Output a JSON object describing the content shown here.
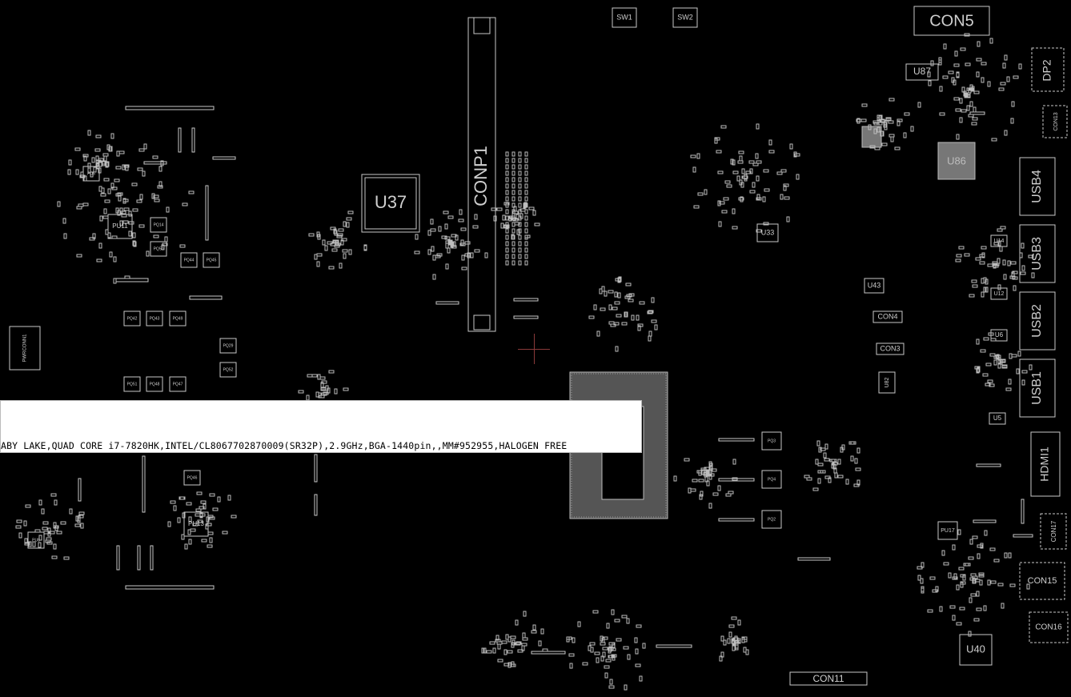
{
  "colors": {
    "background": "#000000",
    "outline": "#c8c8c8",
    "label": "#cfcfcf",
    "crosshair": "#8a3a3a"
  },
  "labels": {
    "con5": "CON5",
    "sw1": "SW1",
    "sw2": "SW2",
    "u87": "U87",
    "dp2": "DP2",
    "con13": "CON13",
    "u86": "U86",
    "usb4": "USB4",
    "usb3": "USB3",
    "usb2": "USB2",
    "usb1": "USB1",
    "hdmi1": "HDMI1",
    "con17": "CON17",
    "con15": "CON15",
    "con16": "CON16",
    "u40": "U40",
    "con11": "CON11",
    "conp1": "CONP1",
    "u37": "U37",
    "u33": "U33",
    "u43": "U43",
    "con4": "CON4",
    "con3": "CON3",
    "u82": "U82",
    "u14": "U14",
    "u12": "U12",
    "u6": "U6",
    "u5": "U5",
    "pu17": "PU17",
    "pwrconn1": "PWRCONN1",
    "pu11": "PU11",
    "pu13": "PU13",
    "pu8": "PU8",
    "pu5": "PU5",
    "pq14": "PQ14",
    "pq50": "PQ50",
    "pq44": "PQ44",
    "pq45": "PQ45",
    "pq42": "PQ42",
    "pq43": "PQ43",
    "pq49": "PQ49",
    "pq51": "PQ51",
    "pq48": "PQ48",
    "pq47": "PQ47",
    "pq29": "PQ29",
    "pq52": "PQ52",
    "pq46": "PQ46",
    "pq3": "PQ3",
    "pq4": "PQ4",
    "pq2": "PQ2"
  },
  "tooltip": {
    "text": "ABY LAKE,QUAD CORE i7-7820HK,INTEL/CL8067702870009(SR32P),2.9GHz,BGA-1440pin,,MM#952955,HALOGEN FREE"
  }
}
